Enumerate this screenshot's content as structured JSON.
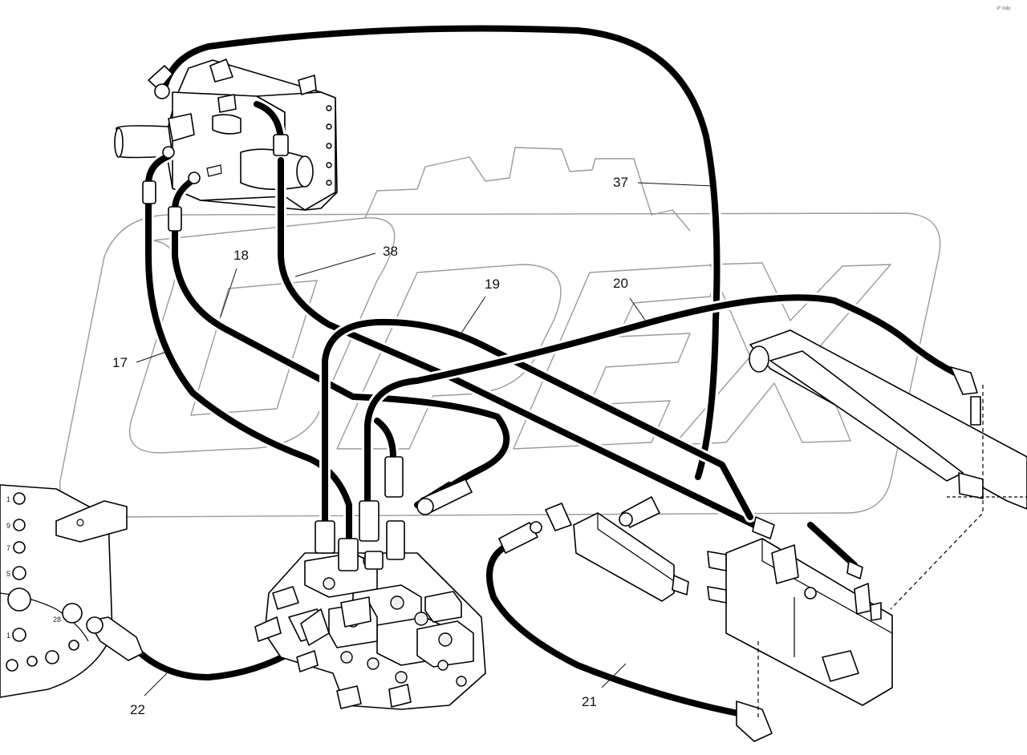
{
  "corner_mark": "sᴾ ndo",
  "watermark_text": "OPEX",
  "callouts": {
    "c17": "17",
    "c18": "18",
    "c38": "38",
    "c19": "19",
    "c20": "20",
    "c37": "37",
    "c21": "21",
    "c22": "22"
  },
  "flange_labels": {
    "f1": "1",
    "f9": "9",
    "f7": "7",
    "f5": "5",
    "f28": "28",
    "f1b": "1"
  }
}
